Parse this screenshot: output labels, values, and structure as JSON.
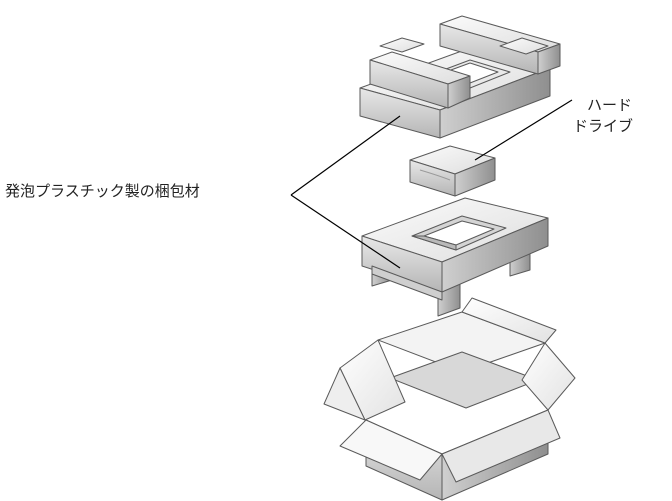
{
  "labels": {
    "foam_packing": "発泡プラスチック製の梱包材",
    "hard_drive_line1": "ハード",
    "hard_drive_line2": "ドライブ"
  },
  "colors": {
    "foam_light": "#f5f5f5",
    "foam_mid": "#d9d9d9",
    "foam_dark": "#9a9a9a",
    "outline": "#555555",
    "leader_line": "#000000"
  }
}
